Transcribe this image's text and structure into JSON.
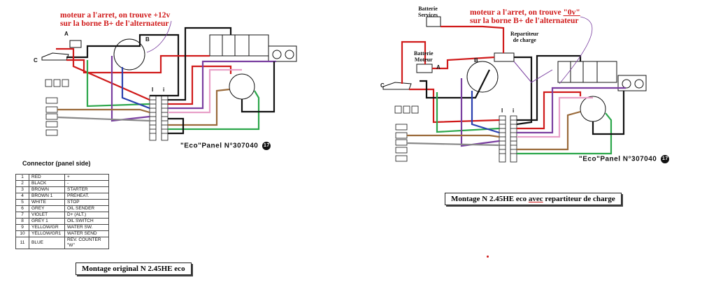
{
  "left": {
    "note_lines": [
      "moteur a l'arret, on trouve  +12v",
      "sur la borne B+ de l'alternateur"
    ],
    "panel_label": "\"Eco\"Panel   N°307040",
    "panel_badge": "17",
    "caption": "Montage original N 2.45HE eco",
    "labels": {
      "a": "A",
      "b": "B",
      "c": "C",
      "i1": "I",
      "i2": "i"
    },
    "connector_title": "Connector (panel side)",
    "connector_rows": [
      {
        "n": "1",
        "color": "RED",
        "func": "+"
      },
      {
        "n": "2",
        "color": "BLACK",
        "func": "-"
      },
      {
        "n": "3",
        "color": "BROWN",
        "func": "STARTER"
      },
      {
        "n": "4",
        "color": "BROWN 1",
        "func": "PREHEAT."
      },
      {
        "n": "5",
        "color": "WHITE",
        "func": "STOP"
      },
      {
        "n": "6",
        "color": "GREY",
        "func": "OIL SENDER"
      },
      {
        "n": "7",
        "color": "VIOLET",
        "func": "D+ (ALT.)"
      },
      {
        "n": "8",
        "color": "GREY 1",
        "func": "OIL SWITCH"
      },
      {
        "n": "9",
        "color": "YELLOW/GR",
        "func": "WATER SW."
      },
      {
        "n": "10",
        "color": "YELLOW/GR1",
        "func": "WATER SEND"
      },
      {
        "n": "11",
        "color": "BLUE",
        "func": "REV. COUNTER \"W\""
      }
    ]
  },
  "right": {
    "note_line1_prefix": "moteur a l'arret, on trouve ",
    "note_line1_value": "\"0v\"",
    "note_line2": "sur la borne B+ de l'alternateur",
    "battery_services": [
      "Batterie",
      "Services"
    ],
    "battery_engine": [
      "Batterie",
      "Moteur"
    ],
    "splitter": [
      "Repartiteur",
      "de charge"
    ],
    "panel_label": "\"Eco\"Panel   N°307040",
    "panel_badge": "17",
    "caption_prefix": "Montage  N 2.45HE eco  ",
    "caption_emph": "avec",
    "caption_suffix": " repartiteur de charge",
    "labels": {
      "a": "A",
      "b": "B",
      "c": "C",
      "i1": "I",
      "i2": "i"
    }
  },
  "colors": {
    "red": "#d01a1a",
    "black": "#111111",
    "violet": "#7a3fa0",
    "green": "#2ba64a",
    "brown": "#9a6a3a",
    "blue": "#2a3fb0",
    "pink": "#e8a0c8",
    "grey": "#888888"
  }
}
